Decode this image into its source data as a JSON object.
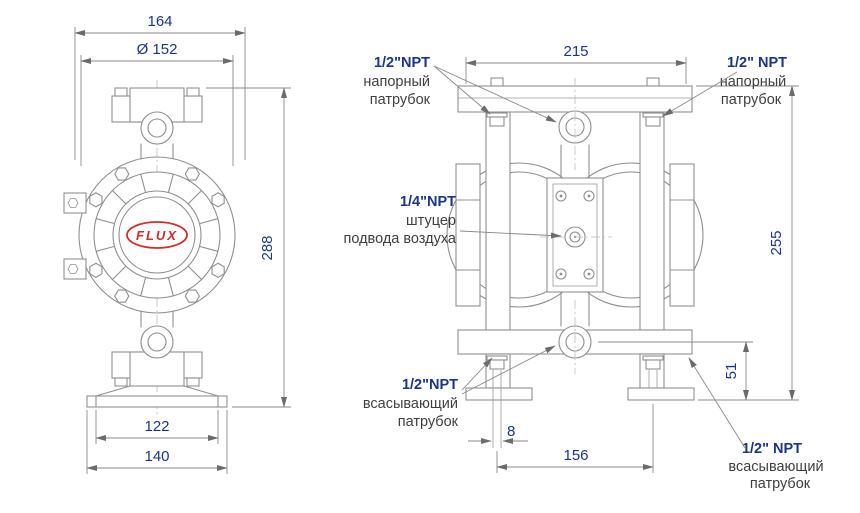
{
  "front_view": {
    "dim_width": "164",
    "dim_diameter": "Ø 152",
    "dim_height": "288",
    "dim_base_inner": "122",
    "dim_base_outer": "140",
    "logo_text": "FLUX"
  },
  "side_view": {
    "dim_width_top": "215",
    "dim_height": "255",
    "dim_suction_height": "51",
    "dim_rod": "8",
    "dim_base_span": "156",
    "labels": {
      "discharge_left_size": "1/2\"NPT",
      "discharge_left_1": "напорный",
      "discharge_left_2": "патрубок",
      "discharge_right_size": "1/2\" NPT",
      "discharge_right_1": "напорный",
      "discharge_right_2": "патрубок",
      "air_size": "1/4\"NPT",
      "air_1": "штуцер",
      "air_2": "подвода воздуха",
      "suction_left_size": "1/2\"NPT",
      "suction_left_1": "всасывающий",
      "suction_left_2": "патрубок",
      "suction_right_size": "1/2\" NPT",
      "suction_right_1": "всасывающий",
      "suction_right_2": "патрубок"
    }
  },
  "colors": {
    "dimension_text": "#18368c",
    "label_text": "#3f3f3f",
    "drawing_line": "#8f8f8f",
    "logo_red": "#d42b2b",
    "background": "#ffffff"
  }
}
